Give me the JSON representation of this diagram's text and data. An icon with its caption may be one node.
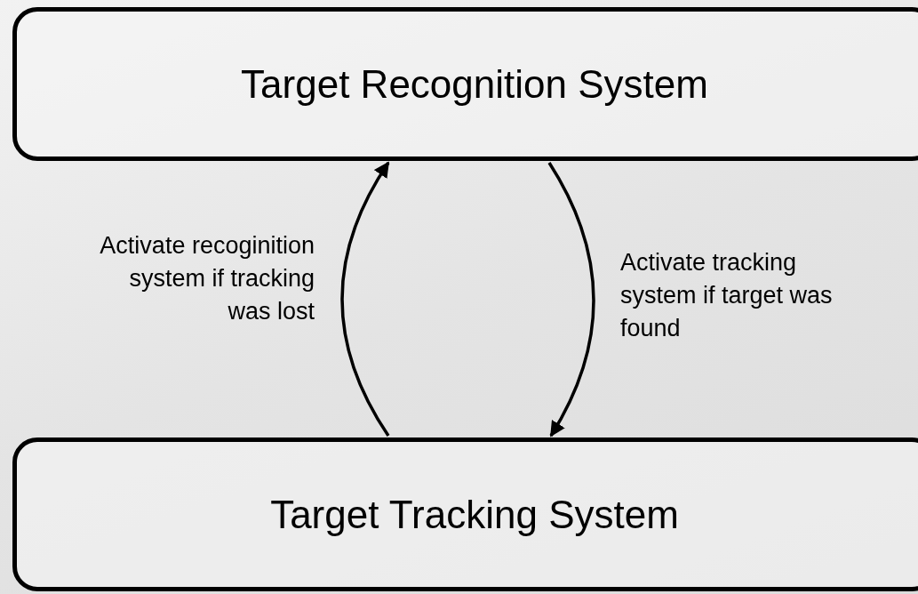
{
  "diagram": {
    "nodes": [
      {
        "text": [
          "Target Recognition System"
        ]
      },
      {
        "text": [
          "Target Tracking System"
        ]
      }
    ],
    "edges": [
      {
        "from": 1,
        "to": 0,
        "arrow": "to",
        "label": "Activate recoginition system if tracking was lost"
      },
      {
        "from": 0,
        "to": 1,
        "arrow": "to",
        "label": "Activate tracking system if target was found"
      }
    ]
  }
}
